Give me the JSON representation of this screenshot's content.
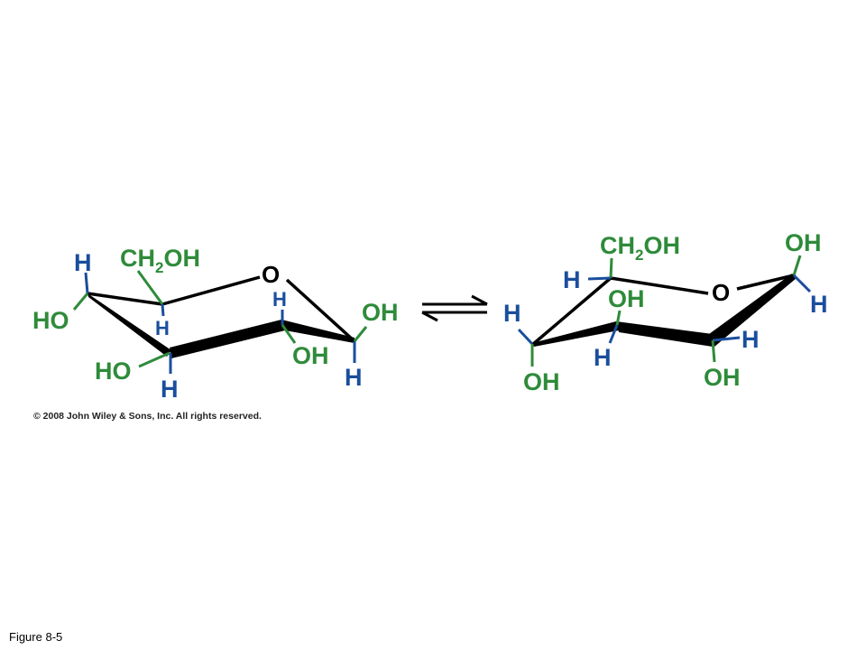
{
  "colors": {
    "oh_group": "#2e8b3a",
    "h_atom": "#1a4e9c",
    "ring": "#000000"
  },
  "left": {
    "ch2oh_prefix": "CH",
    "ch2oh_sub": "2",
    "ch2oh_suffix": "OH",
    "ring_o": "O",
    "c5_h": "H",
    "c4_ho": "HO",
    "c5_h_lower": "H",
    "c3_ho": "HO",
    "c3_h": "H",
    "c2_h": "H",
    "c2_oh": "OH",
    "c1_oh": "OH",
    "c1_h": "H"
  },
  "right": {
    "ch2oh_prefix": "CH",
    "ch2oh_sub": "2",
    "ch2oh_suffix": "OH",
    "ring_o": "O",
    "c1_oh": "OH",
    "c1_h": "H",
    "c5_h": "H",
    "c3_oh": "OH",
    "c4_h": "H",
    "c4_oh": "OH",
    "c3_h": "H",
    "c2_h": "H",
    "c2_oh": "OH"
  },
  "copyright": "© 2008 John Wiley & Sons, Inc. All rights reserved.",
  "caption": "Figure 8-5"
}
